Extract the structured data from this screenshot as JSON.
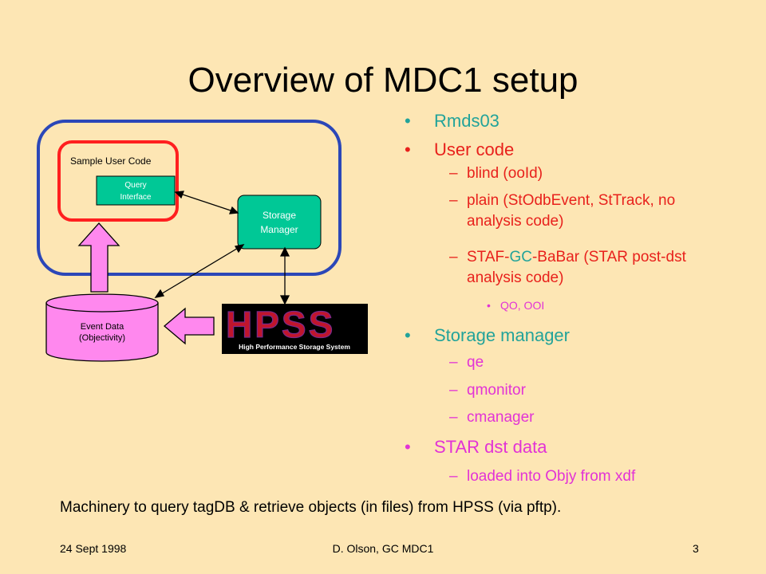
{
  "title": "Overview of MDC1 setup",
  "diagram": {
    "sample_user_code": "Sample User Code",
    "query_interface_line1": "Query",
    "query_interface_line2": "Interface",
    "storage_manager_line1": "Storage",
    "storage_manager_line2": "Manager",
    "event_data_line1": "Event Data",
    "event_data_line2": "(Objectivity)",
    "hpss_logo_text": "HPSS",
    "hpss_logo_subtitle": "High Performance Storage System"
  },
  "bullets": {
    "marker_l1": "•",
    "marker_l2": "–",
    "marker_l3": "•",
    "rmds": "Rmds03",
    "user_code": "User code",
    "blind": "blind (ooId)",
    "plain": "plain (StOdbEvent, StTrack, no analysis code)",
    "staf_a": "STAF-",
    "staf_gc": "GC",
    "staf_b": "-BaBar (STAR post-dst analysis code)",
    "qo": "QO, OOI",
    "storage_manager": "Storage manager",
    "qe": "qe",
    "qmonitor": "qmonitor",
    "cmanager": "cmanager",
    "star_dst": "STAR dst data",
    "loaded": "loaded into Objy from xdf"
  },
  "bottom_note": "Machinery to query tagDB & retrieve objects (in files) from HPSS (via pftp).",
  "footer": {
    "date": "24 Sept 1998",
    "author": "D. Olson, GC MDC1",
    "page": "3"
  },
  "colors": {
    "background": "#fde6b4",
    "teal": "#22a39a",
    "red": "#e8211c",
    "magenta": "#e233d6",
    "blue_box": "#2b47b8",
    "storage_fill": "#00c896",
    "event_fill": "#ff88ee"
  }
}
